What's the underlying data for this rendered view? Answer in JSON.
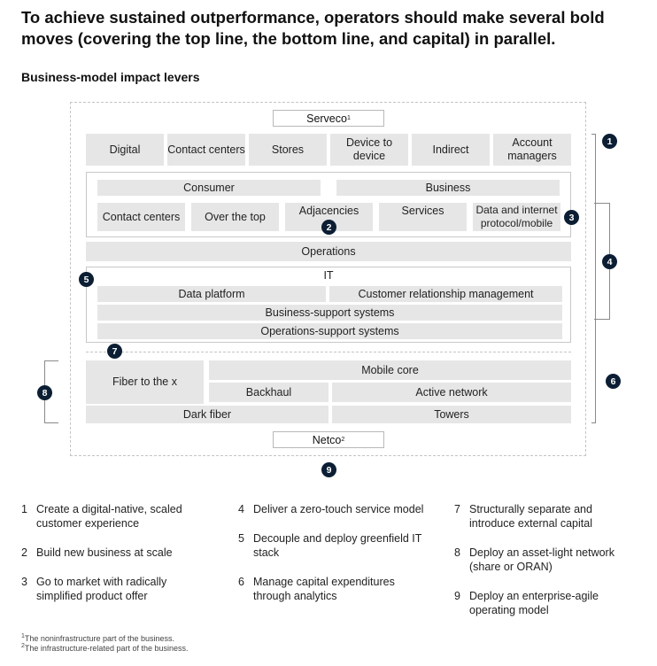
{
  "title": "To achieve sustained outperformance, operators should make several bold moves (covering the top line, the bottom line, and capital) in parallel.",
  "subtitle": "Business-model impact levers",
  "serveco": {
    "label": "Serveco",
    "footnote_ref": "1"
  },
  "netco": {
    "label": "Netco",
    "footnote_ref": "2"
  },
  "channels": [
    "Digital",
    "Contact centers",
    "Stores",
    "Device to device",
    "Indirect",
    "Account managers"
  ],
  "segments": {
    "consumer": "Consumer",
    "business": "Business"
  },
  "offers": [
    "Contact centers",
    "Over the top",
    "Adjacencies",
    "Services",
    "Data and internet protocol/mobile"
  ],
  "operations": "Operations",
  "it": {
    "label": "IT",
    "data_platform": "Data platform",
    "crm": "Customer relationship management",
    "bss": "Business-support systems",
    "oss": "Operations-support systems"
  },
  "network": {
    "fiber": "Fiber to the x",
    "mobile_core": "Mobile core",
    "backhaul": "Backhaul",
    "active_network": "Active network",
    "dark_fiber": "Dark fiber",
    "towers": "Towers"
  },
  "badges": [
    "1",
    "2",
    "3",
    "4",
    "5",
    "6",
    "7",
    "8",
    "9"
  ],
  "legend": [
    {
      "num": "1",
      "text": "Create a digital-native, scaled customer experience"
    },
    {
      "num": "2",
      "text": "Build new business at scale"
    },
    {
      "num": "3",
      "text": "Go to market with radically simplified product offer"
    },
    {
      "num": "4",
      "text": "Deliver a zero-touch service model"
    },
    {
      "num": "5",
      "text": "Decouple and deploy greenfield IT stack"
    },
    {
      "num": "6",
      "text": "Manage capital expenditures through analytics"
    },
    {
      "num": "7",
      "text": "Structurally separate and introduce external capital"
    },
    {
      "num": "8",
      "text": "Deploy an asset-light network (share or ORAN)"
    },
    {
      "num": "9",
      "text": "Deploy an enterprise-agile operating model"
    }
  ],
  "footnotes": [
    {
      "num": "1",
      "text": "The noninfrastructure part of the business."
    },
    {
      "num": "2",
      "text": "The infrastructure-related part of the business."
    }
  ],
  "colors": {
    "badge": "#0b1e33",
    "box": "#e6e6e6",
    "border": "#b8b8b8"
  }
}
